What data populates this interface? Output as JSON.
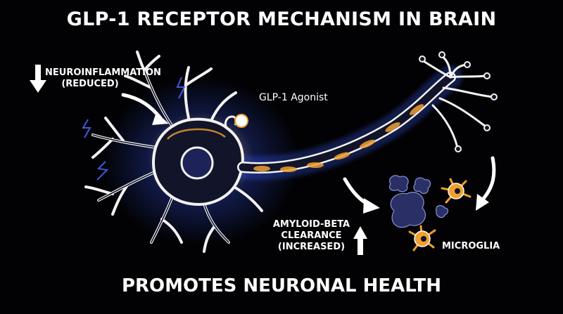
{
  "title": "GLP-1 RECEPTOR MECHANISM IN BRAIN",
  "footer": "PROMOTES NEURONAL HEALTH",
  "labels": {
    "neuroinflammation_line1": "NEUROINFLAMMATION",
    "neuroinflammation_line2": "(REDUCED)",
    "agonist": "GLP-1 Agonist",
    "amyloid_line1": "AMYLOID-BETA",
    "amyloid_line2": "CLEARANCE",
    "amyloid_line3": "(INCREASED)",
    "microglia": "MICROGLIA"
  },
  "indicators": {
    "neuroinflammation": "down-arrow-icon",
    "amyloid_clearance": "up-arrow-icon"
  },
  "colors": {
    "background": "#020204",
    "neuron_outline": "#f2f2f2",
    "neuron_fill": "#12142a",
    "glow_orange": "#f0a030",
    "glow_blue": "#3a5cff",
    "nucleus": "#1d2258",
    "text": "#ffffff"
  }
}
